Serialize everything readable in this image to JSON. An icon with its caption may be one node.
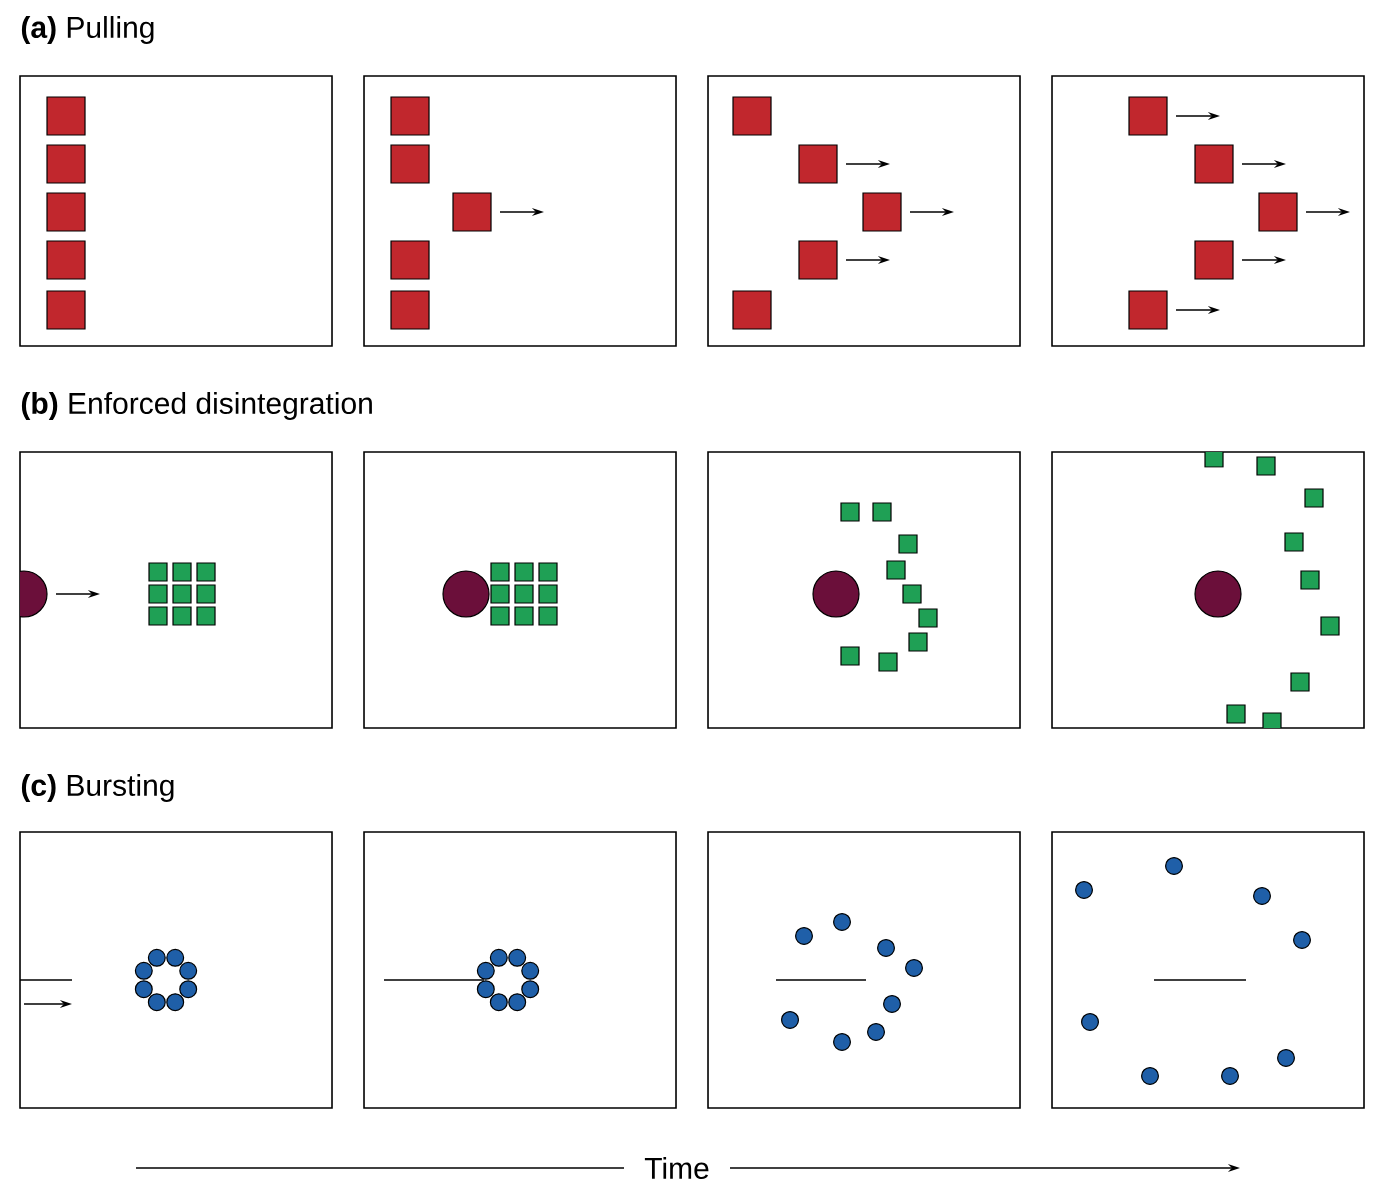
{
  "diagram": {
    "labels": [
      "**(a)** Pulling",
      "**(b)** Enforced disintegration",
      "**(c)** Bursting",
      "Time"
    ]
  }
}
